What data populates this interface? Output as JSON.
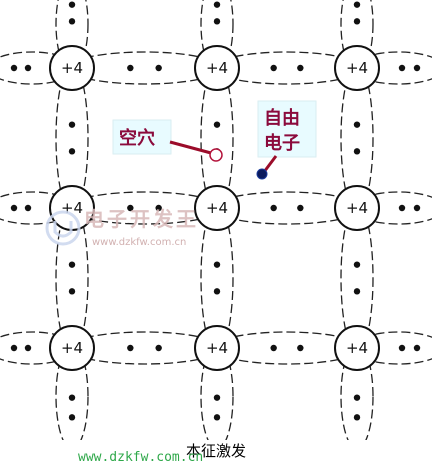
{
  "atoms": {
    "label": "+4",
    "rows": [
      68,
      208,
      348
    ],
    "cols": [
      72,
      217,
      357
    ]
  },
  "callouts": {
    "hole": {
      "text": "空穴"
    },
    "free_electron": {
      "line1": "自由",
      "line2": "电子"
    }
  },
  "watermark": {
    "logo_text": "电子开发王",
    "url": "www.dzkfw.com.cn"
  },
  "caption": "本征激发",
  "footer_url": "www.dzkfw.com.cn",
  "colors": {
    "callout_text": "#8b0a3c",
    "callout_bg": "#e8fbff",
    "callout_line": "#9b0c2a",
    "electron_fill": "#0b1a5c",
    "footer_url": "#2fa84a"
  }
}
